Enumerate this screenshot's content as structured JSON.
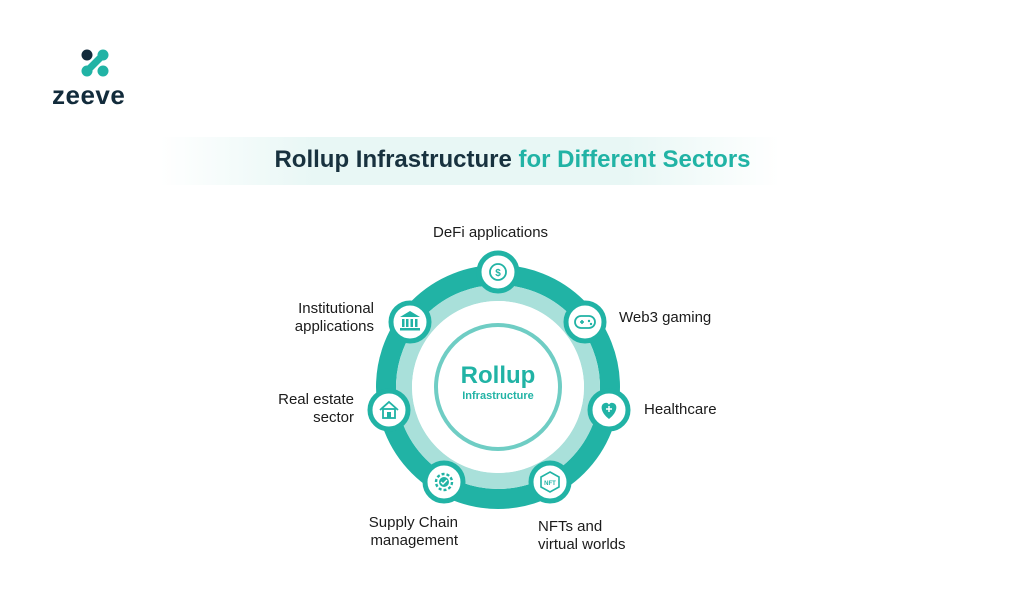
{
  "brand": {
    "name": "zeeve"
  },
  "title": {
    "part1": "Rollup Infrastructure",
    "part2": "for Different Sectors"
  },
  "center": {
    "title": "Rollup",
    "subtitle": "Infrastructure"
  },
  "colors": {
    "primary": "#21b3a5",
    "dark": "#18323f",
    "ring_light": "#a9e0da"
  },
  "sectors": [
    {
      "label_line1": "DeFi applications",
      "label_line2": "",
      "icon": "dollar-coin-icon"
    },
    {
      "label_line1": "Web3 gaming",
      "label_line2": "",
      "icon": "gamepad-icon"
    },
    {
      "label_line1": "Healthcare",
      "label_line2": "",
      "icon": "heart-plus-icon"
    },
    {
      "label_line1": "NFTs and",
      "label_line2": "virtual worlds",
      "icon": "nft-hexagon-icon"
    },
    {
      "label_line1": "Supply Chain",
      "label_line2": "management",
      "icon": "gear-check-icon"
    },
    {
      "label_line1": "Real estate",
      "label_line2": "sector",
      "icon": "house-icon"
    },
    {
      "label_line1": "Institutional",
      "label_line2": "applications",
      "icon": "bank-icon"
    }
  ]
}
